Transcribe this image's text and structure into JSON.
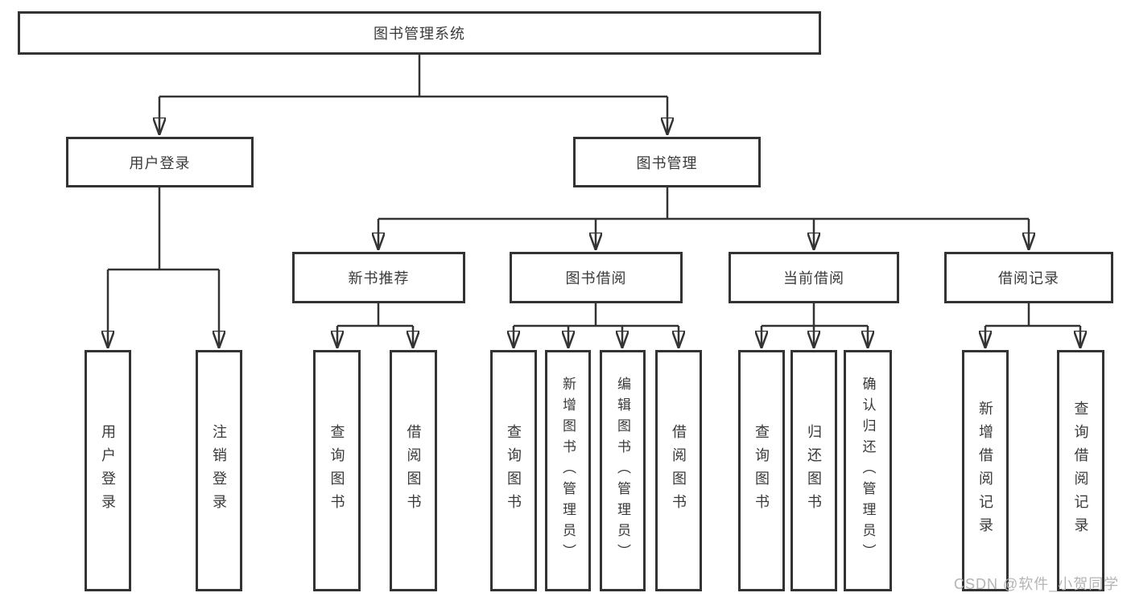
{
  "colors": {
    "line": "#333333",
    "text": "#3a3a3a",
    "background": "#ffffff",
    "watermark": "#b4b4b4"
  },
  "watermark": "CSDN @软件_小贺同学",
  "tree": {
    "label": "图书管理系统",
    "children": [
      {
        "label": "用户登录",
        "children": [
          {
            "label": "用户登录"
          },
          {
            "label": "注销登录"
          }
        ]
      },
      {
        "label": "图书管理",
        "children": [
          {
            "label": "新书推荐",
            "children": [
              {
                "label": "查询图书"
              },
              {
                "label": "借阅图书"
              }
            ]
          },
          {
            "label": "图书借阅",
            "children": [
              {
                "label": "查询图书"
              },
              {
                "label": "新增图书（管理员）"
              },
              {
                "label": "编辑图书（管理员）"
              },
              {
                "label": "借阅图书"
              }
            ]
          },
          {
            "label": "当前借阅",
            "children": [
              {
                "label": "查询图书"
              },
              {
                "label": "归还图书"
              },
              {
                "label": "确认归还（管理员）"
              }
            ]
          },
          {
            "label": "借阅记录",
            "children": [
              {
                "label": "新增借阅记录"
              },
              {
                "label": "查询借阅记录"
              }
            ]
          }
        ]
      }
    ]
  }
}
